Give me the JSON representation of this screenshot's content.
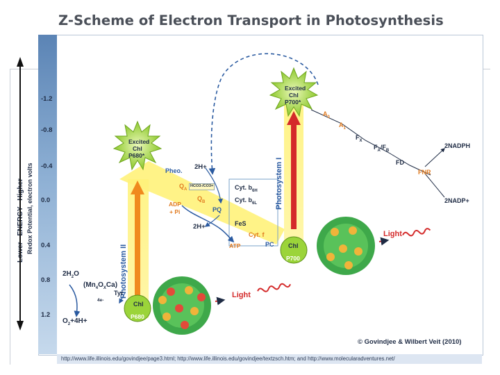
{
  "title": "Z-Scheme of Electron Transport in Photosynthesis",
  "axis": {
    "label_energy": "Lower - ENERGY - Higher",
    "label_potential": "Redox Potential, electron volts",
    "ticks": [
      "-1.2",
      "-0.8",
      "-0.4",
      "0.0",
      "0.4",
      "0.8",
      "1.2"
    ]
  },
  "photosystems": {
    "ps2": "Photosystem II",
    "ps1": "Photosystem I"
  },
  "nodes": {
    "excited_chl_p680": [
      "Excited",
      "Chl",
      "P680*"
    ],
    "excited_chl_p700": [
      "Excited",
      "Chl",
      "P700*"
    ],
    "chl_p680": [
      "Chl",
      "P680"
    ],
    "chl_p700": [
      "Chl",
      "P700"
    ]
  },
  "carriers": {
    "pheo": "Pheo.",
    "qa": "Q",
    "qa_sub": "A",
    "bicarb": "HCO3-/CO3=",
    "qb": "Q",
    "qb_sub": "B",
    "pq": "PQ",
    "cyt_b6h": "Cyt. b",
    "cyt_b6h_sub": "6H",
    "cyt_b6l": "Cyt. b",
    "cyt_b6l_sub": "6L",
    "fes": "FeS",
    "cyt_f": "Cyt. f",
    "pc": "PC",
    "a0": "A",
    "a0_sub": "0",
    "a1": "A",
    "a1_sub": "1",
    "fx": "F",
    "fx_sub": "X",
    "fafb": "F",
    "fafb_sub1": "A",
    "fafb_mid": "/F",
    "fafb_sub2": "B",
    "fd": "FD",
    "fnr": "FNR",
    "water": "2H",
    "water_sub": "2",
    "water_end": "O",
    "mn": "(Mn",
    "mn_sub": "4",
    "mn_o": "O",
    "mn_osub": "X",
    "mn_end": "Ca)",
    "tyr": "Tyr",
    "four_e": "4e-",
    "o2": "O",
    "o2_sub": "2",
    "o2_end": "+4H+",
    "h2_top": "2H+",
    "h2_bottom": "2H+",
    "adp": "ADP",
    "pi": "+ Pi",
    "atp": "ATP",
    "nadph": "2NADPH",
    "nadp": "2NADP+",
    "light1": "Light",
    "light2": "Light"
  },
  "credit": "© Govindjee & Wilbert Veit (2010)",
  "url": "http://www.life.illinois.edu/govindjee/page3.html; http://www.life.illinois.edu/govindjee/textzsch.htm; and http://www.molecularadventures.net/",
  "colors": {
    "accent_red": "#d42a2a",
    "accent_orange": "#e07a1f",
    "accent_blue": "#2a5aa0",
    "star_green": "#9bd43a",
    "yellow_band": "#fff27a"
  }
}
